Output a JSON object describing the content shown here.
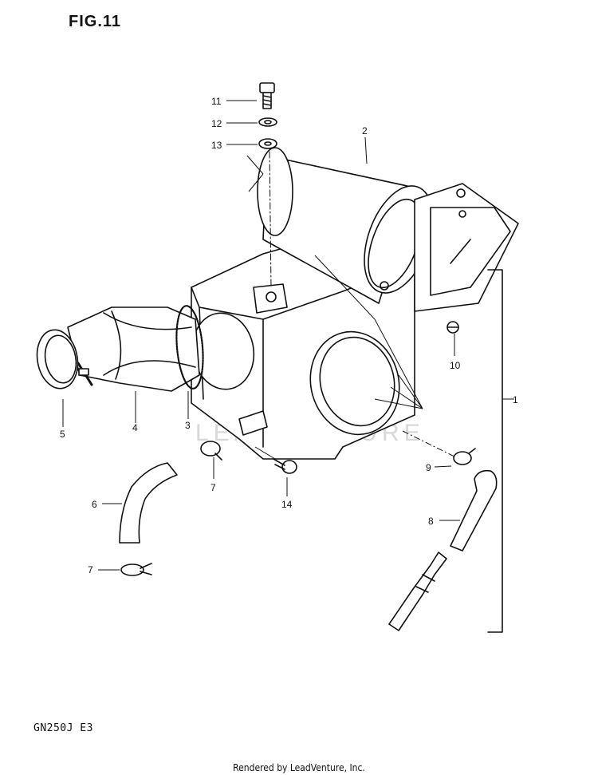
{
  "figure": {
    "title": "FIG.11",
    "model_code": "GN250J  E3",
    "footer": "Rendered by LeadVenture, Inc.",
    "watermark": "LEADVENTURE"
  },
  "callouts": [
    {
      "id": "1",
      "part": "air-cleaner-assembly"
    },
    {
      "id": "2",
      "part": "air-cleaner-element"
    },
    {
      "id": "3",
      "part": "clamp-band"
    },
    {
      "id": "4",
      "part": "intake-pipe"
    },
    {
      "id": "5",
      "part": "pipe-clamp"
    },
    {
      "id": "6",
      "part": "breather-hose"
    },
    {
      "id": "7",
      "part": "hose-clip-upper"
    },
    {
      "id": "7",
      "part": "hose-clip-lower"
    },
    {
      "id": "8",
      "part": "drain-hose"
    },
    {
      "id": "9",
      "part": "drain-clip"
    },
    {
      "id": "10",
      "part": "cover-screw"
    },
    {
      "id": "11",
      "part": "bolt"
    },
    {
      "id": "12",
      "part": "lock-washer"
    },
    {
      "id": "13",
      "part": "washer"
    },
    {
      "id": "14",
      "part": "mounting-screw"
    }
  ]
}
